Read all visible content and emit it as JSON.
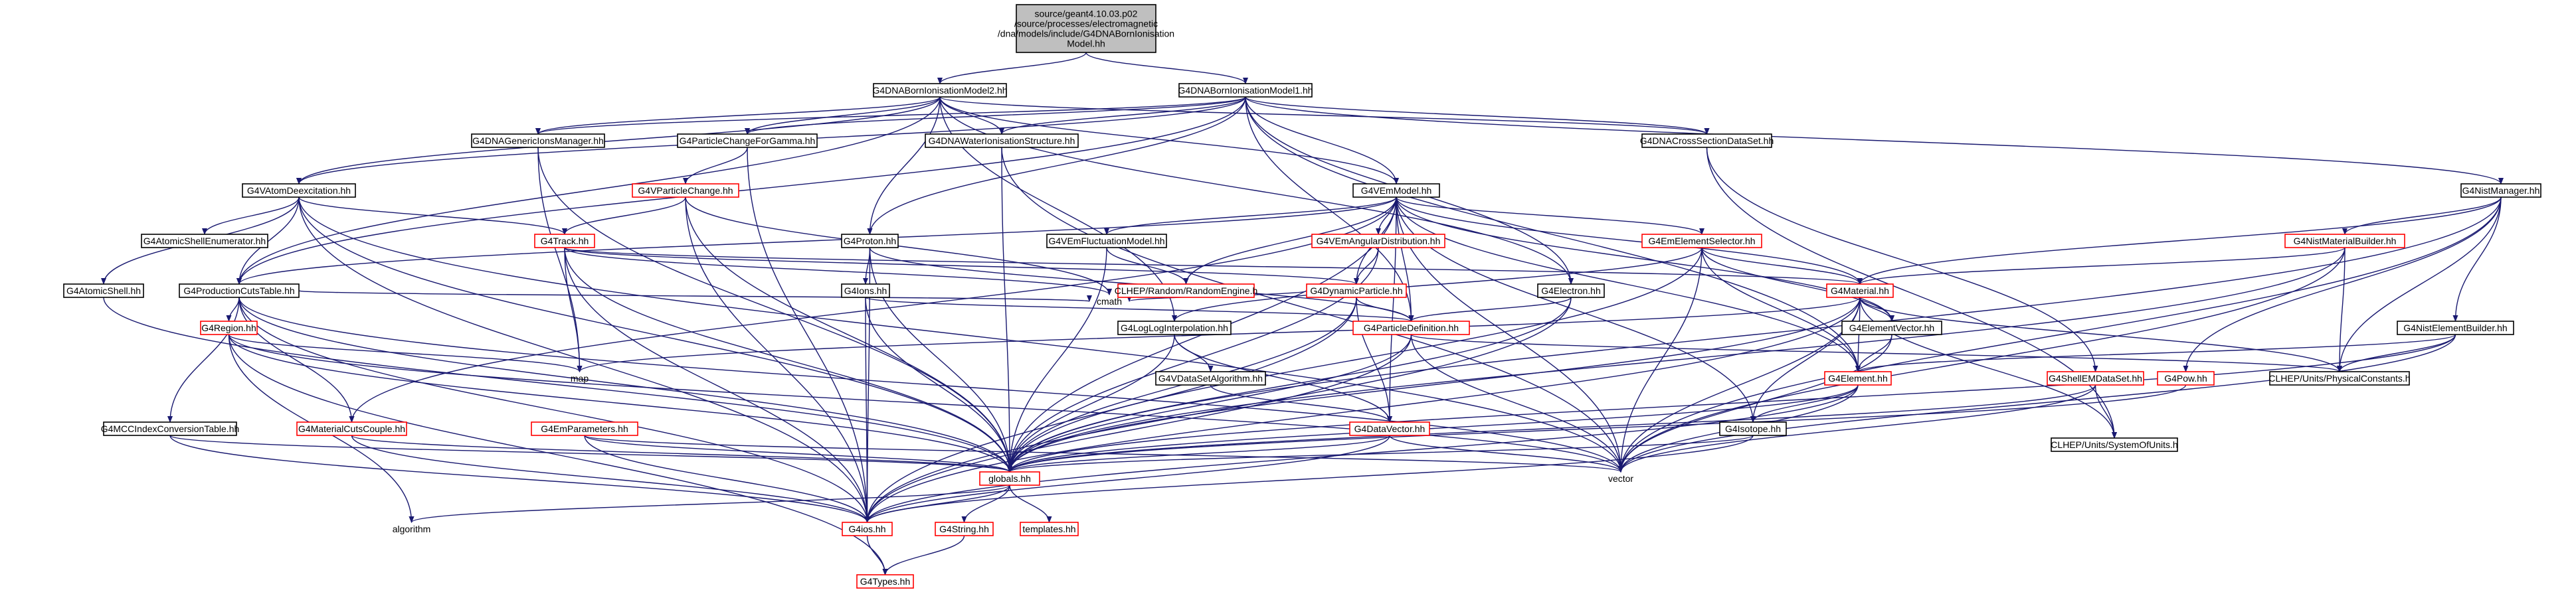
{
  "colors": {
    "edge": "#191970",
    "edge_alt": "#006400",
    "red_node": "#ff0000",
    "root_fill": "#bfbfbf"
  },
  "nodes": [
    {
      "id": "root",
      "lines": [
        "source/geant4.10.03.p02",
        "/source/processes/electromagnetic",
        "/dna/models/include/G4DNABornIonisation",
        "Model.hh"
      ],
      "style": "root"
    },
    {
      "id": "model2",
      "lines": [
        "G4DNABornIonisationModel2.hh"
      ],
      "style": "black"
    },
    {
      "id": "model1",
      "lines": [
        "G4DNABornIonisationModel1.hh"
      ],
      "style": "black"
    },
    {
      "id": "genions",
      "lines": [
        "G4DNAGenericIonsManager.hh"
      ],
      "style": "black"
    },
    {
      "id": "pcgamma",
      "lines": [
        "G4ParticleChangeForGamma.hh"
      ],
      "style": "black"
    },
    {
      "id": "waterion",
      "lines": [
        "G4DNAWaterIonisationStructure.hh"
      ],
      "style": "black"
    },
    {
      "id": "crosssec",
      "lines": [
        "G4DNACrossSectionDataSet.hh"
      ],
      "style": "black"
    },
    {
      "id": "atomdeex",
      "lines": [
        "G4VAtomDeexcitation.hh"
      ],
      "style": "black"
    },
    {
      "id": "vpc",
      "lines": [
        "G4VParticleChange.hh"
      ],
      "style": "red"
    },
    {
      "id": "vemmodel",
      "lines": [
        "G4VEmModel.hh"
      ],
      "style": "black"
    },
    {
      "id": "nistmgr",
      "lines": [
        "G4NistManager.hh"
      ],
      "style": "black"
    },
    {
      "id": "shellenum",
      "lines": [
        "G4AtomicShellEnumerator.hh"
      ],
      "style": "black"
    },
    {
      "id": "track",
      "lines": [
        "G4Track.hh"
      ],
      "style": "red"
    },
    {
      "id": "proton",
      "lines": [
        "G4Proton.hh"
      ],
      "style": "black"
    },
    {
      "id": "vemfluct",
      "lines": [
        "G4VEmFluctuationModel.hh"
      ],
      "style": "black"
    },
    {
      "id": "vemangular",
      "lines": [
        "G4VEmAngularDistribution.hh"
      ],
      "style": "red"
    },
    {
      "id": "emelemsel",
      "lines": [
        "G4EmElementSelector.hh"
      ],
      "style": "red"
    },
    {
      "id": "nistmatbuilder",
      "lines": [
        "G4NistMaterialBuilder.hh"
      ],
      "style": "red"
    },
    {
      "id": "atomicshell",
      "lines": [
        "G4AtomicShell.hh"
      ],
      "style": "black"
    },
    {
      "id": "prodcuts",
      "lines": [
        "G4ProductionCutsTable.hh"
      ],
      "style": "black"
    },
    {
      "id": "ions",
      "lines": [
        "G4Ions.hh"
      ],
      "style": "black"
    },
    {
      "id": "clhepr",
      "lines": [
        "CLHEP/Random/RandomEngine.h"
      ],
      "style": "red"
    },
    {
      "id": "dynpart",
      "lines": [
        "G4DynamicParticle.hh"
      ],
      "style": "red"
    },
    {
      "id": "electron",
      "lines": [
        "G4Electron.hh"
      ],
      "style": "black"
    },
    {
      "id": "material",
      "lines": [
        "G4Material.hh"
      ],
      "style": "red"
    },
    {
      "id": "region",
      "lines": [
        "G4Region.hh"
      ],
      "style": "red"
    },
    {
      "id": "cmath",
      "lines": [
        "cmath"
      ],
      "style": "plain"
    },
    {
      "id": "loglog",
      "lines": [
        "G4LogLogInterpolation.hh"
      ],
      "style": "black"
    },
    {
      "id": "partdef",
      "lines": [
        "G4ParticleDefinition.hh"
      ],
      "style": "red"
    },
    {
      "id": "elemvec",
      "lines": [
        "G4ElementVector.hh"
      ],
      "style": "black"
    },
    {
      "id": "nistelembuilder",
      "lines": [
        "G4NistElementBuilder.hh"
      ],
      "style": "black"
    },
    {
      "id": "map",
      "lines": [
        "map"
      ],
      "style": "plain"
    },
    {
      "id": "vdataset",
      "lines": [
        "G4VDataSetAlgorithm.hh"
      ],
      "style": "black"
    },
    {
      "id": "physconst",
      "lines": [
        "CLHEP/Units/PhysicalConstants.h"
      ],
      "style": "black"
    },
    {
      "id": "element",
      "lines": [
        "G4Element.hh"
      ],
      "style": "red"
    },
    {
      "id": "shellem",
      "lines": [
        "G4ShellEMDataSet.hh"
      ],
      "style": "red"
    },
    {
      "id": "pow",
      "lines": [
        "G4Pow.hh"
      ],
      "style": "red"
    },
    {
      "id": "mccindex",
      "lines": [
        "G4MCCIndexConversionTable.hh"
      ],
      "style": "black"
    },
    {
      "id": "matcuts",
      "lines": [
        "G4MaterialCutsCouple.hh"
      ],
      "style": "red"
    },
    {
      "id": "emparams",
      "lines": [
        "G4EmParameters.hh"
      ],
      "style": "red"
    },
    {
      "id": "datavec",
      "lines": [
        "G4DataVector.hh"
      ],
      "style": "red"
    },
    {
      "id": "isotope",
      "lines": [
        "G4Isotope.hh"
      ],
      "style": "black"
    },
    {
      "id": "sysunits",
      "lines": [
        "CLHEP/Units/SystemOfUnits.h"
      ],
      "style": "black"
    },
    {
      "id": "globals",
      "lines": [
        "globals.hh"
      ],
      "style": "red"
    },
    {
      "id": "vector",
      "lines": [
        "vector"
      ],
      "style": "plain"
    },
    {
      "id": "algorithm",
      "lines": [
        "algorithm"
      ],
      "style": "plain"
    },
    {
      "id": "g4ios",
      "lines": [
        "G4ios.hh"
      ],
      "style": "red"
    },
    {
      "id": "g4string",
      "lines": [
        "G4String.hh"
      ],
      "style": "red"
    },
    {
      "id": "templates",
      "lines": [
        "templates.hh"
      ],
      "style": "red"
    },
    {
      "id": "types",
      "lines": [
        "G4Types.hh"
      ],
      "style": "red"
    }
  ],
  "edges": [
    [
      "root",
      "model2"
    ],
    [
      "root",
      "model1"
    ],
    [
      "model2",
      "genions"
    ],
    [
      "model2",
      "pcgamma"
    ],
    [
      "model2",
      "waterion"
    ],
    [
      "model2",
      "crosssec"
    ],
    [
      "model2",
      "atomdeex"
    ],
    [
      "model2",
      "vemmodel"
    ],
    [
      "model2",
      "proton"
    ],
    [
      "model2",
      "electron"
    ],
    [
      "model2",
      "prodcuts"
    ],
    [
      "model2",
      "loglog"
    ],
    [
      "model1",
      "genions"
    ],
    [
      "model1",
      "pcgamma"
    ],
    [
      "model1",
      "waterion"
    ],
    [
      "model1",
      "crosssec"
    ],
    [
      "model1",
      "atomdeex"
    ],
    [
      "model1",
      "vemmodel"
    ],
    [
      "model1",
      "nistmgr"
    ],
    [
      "model1",
      "proton"
    ],
    [
      "model1",
      "electron"
    ],
    [
      "model1",
      "partdef"
    ],
    [
      "model1",
      "prodcuts"
    ],
    [
      "model1",
      "element"
    ],
    [
      "genions",
      "map"
    ],
    [
      "genions",
      "globals"
    ],
    [
      "pcgamma",
      "vpc"
    ],
    [
      "pcgamma",
      "g4ios"
    ],
    [
      "waterion",
      "globals"
    ],
    [
      "waterion",
      "vector"
    ],
    [
      "crosssec",
      "sysunits"
    ],
    [
      "crosssec",
      "shellem"
    ],
    [
      "atomdeex",
      "shellenum"
    ],
    [
      "atomdeex",
      "atomicshell"
    ],
    [
      "atomdeex",
      "track"
    ],
    [
      "atomdeex",
      "prodcuts"
    ],
    [
      "atomdeex",
      "vector"
    ],
    [
      "atomdeex",
      "globals"
    ],
    [
      "atomdeex",
      "g4ios"
    ],
    [
      "vpc",
      "track"
    ],
    [
      "vpc",
      "cmath"
    ],
    [
      "vpc",
      "globals"
    ],
    [
      "vpc",
      "g4ios"
    ],
    [
      "vemmodel",
      "vemfluct"
    ],
    [
      "vemmodel",
      "vemangular"
    ],
    [
      "vemmodel",
      "emelemsel"
    ],
    [
      "vemmodel",
      "material"
    ],
    [
      "vemmodel",
      "elemvec"
    ],
    [
      "vemmodel",
      "dynpart"
    ],
    [
      "vemmodel",
      "partdef"
    ],
    [
      "vemmodel",
      "datavec"
    ],
    [
      "vemmodel",
      "globals"
    ],
    [
      "vemmodel",
      "clhepr"
    ],
    [
      "vemmodel",
      "matcuts"
    ],
    [
      "vemmodel",
      "isotope"
    ],
    [
      "vemmodel",
      "vector"
    ],
    [
      "vemmodel",
      "element"
    ],
    [
      "vemmodel",
      "prodcuts"
    ],
    [
      "nistmgr",
      "material"
    ],
    [
      "nistmgr",
      "nistmatbuilder"
    ],
    [
      "nistmgr",
      "nistelembuilder"
    ],
    [
      "nistmgr",
      "physconst"
    ],
    [
      "nistmgr",
      "pow"
    ],
    [
      "nistmgr",
      "globals"
    ],
    [
      "nistmgr",
      "vector"
    ],
    [
      "track",
      "dynpart"
    ],
    [
      "track",
      "material"
    ],
    [
      "track",
      "map"
    ],
    [
      "track",
      "cmath"
    ],
    [
      "track",
      "globals"
    ],
    [
      "track",
      "g4ios"
    ],
    [
      "proton",
      "ions"
    ],
    [
      "proton",
      "partdef"
    ],
    [
      "proton",
      "globals"
    ],
    [
      "proton",
      "g4ios"
    ],
    [
      "vemfluct",
      "clhepr"
    ],
    [
      "vemfluct",
      "globals"
    ],
    [
      "vemangular",
      "dynpart"
    ],
    [
      "vemangular",
      "globals"
    ],
    [
      "emelemsel",
      "material"
    ],
    [
      "emelemsel",
      "elemvec"
    ],
    [
      "emelemsel",
      "element"
    ],
    [
      "emelemsel",
      "globals"
    ],
    [
      "emelemsel",
      "loglog"
    ],
    [
      "emelemsel",
      "vector"
    ],
    [
      "nistmatbuilder",
      "material"
    ],
    [
      "nistmatbuilder",
      "physconst"
    ],
    [
      "nistmatbuilder",
      "globals"
    ],
    [
      "nistmatbuilder",
      "vector"
    ],
    [
      "atomicshell",
      "globals"
    ],
    [
      "prodcuts",
      "region"
    ],
    [
      "prodcuts",
      "mccindex"
    ],
    [
      "prodcuts",
      "matcuts"
    ],
    [
      "prodcuts",
      "cmath"
    ],
    [
      "prodcuts",
      "globals"
    ],
    [
      "prodcuts",
      "g4ios"
    ],
    [
      "prodcuts",
      "vector"
    ],
    [
      "ions",
      "partdef"
    ],
    [
      "ions",
      "globals"
    ],
    [
      "ions",
      "g4ios"
    ],
    [
      "dynpart",
      "partdef"
    ],
    [
      "dynpart",
      "cmath"
    ],
    [
      "dynpart",
      "globals"
    ],
    [
      "dynpart",
      "g4ios"
    ],
    [
      "dynpart",
      "datavec"
    ],
    [
      "electron",
      "partdef"
    ],
    [
      "electron",
      "globals"
    ],
    [
      "electron",
      "g4ios"
    ],
    [
      "material",
      "elemvec"
    ],
    [
      "material",
      "element"
    ],
    [
      "material",
      "isotope"
    ],
    [
      "material",
      "map"
    ],
    [
      "material",
      "globals"
    ],
    [
      "material",
      "g4ios"
    ],
    [
      "material",
      "vector"
    ],
    [
      "material",
      "physconst"
    ],
    [
      "material",
      "sysunits"
    ],
    [
      "region",
      "map"
    ],
    [
      "region",
      "globals"
    ],
    [
      "region",
      "vector"
    ],
    [
      "region",
      "algorithm"
    ],
    [
      "region",
      "types"
    ],
    [
      "loglog",
      "vdataset"
    ],
    [
      "loglog",
      "datavec"
    ],
    [
      "loglog",
      "globals"
    ],
    [
      "partdef",
      "globals"
    ],
    [
      "partdef",
      "g4ios"
    ],
    [
      "partdef",
      "vector"
    ],
    [
      "partdef",
      "physconst"
    ],
    [
      "elemvec",
      "element"
    ],
    [
      "elemvec",
      "vector"
    ],
    [
      "nistelembuilder",
      "physconst"
    ],
    [
      "nistelembuilder",
      "globals"
    ],
    [
      "nistelembuilder",
      "vector"
    ],
    [
      "nistelembuilder",
      "element"
    ],
    [
      "vdataset",
      "datavec"
    ],
    [
      "element",
      "isotope"
    ],
    [
      "element",
      "globals"
    ],
    [
      "element",
      "g4ios"
    ],
    [
      "element",
      "vector"
    ],
    [
      "shellem",
      "sysunits"
    ],
    [
      "shellem",
      "globals"
    ],
    [
      "shellem",
      "vector"
    ],
    [
      "pow",
      "globals"
    ],
    [
      "mccindex",
      "globals"
    ],
    [
      "mccindex",
      "g4ios"
    ],
    [
      "matcuts",
      "globals"
    ],
    [
      "matcuts",
      "g4ios"
    ],
    [
      "emparams",
      "globals"
    ],
    [
      "emparams",
      "g4ios"
    ],
    [
      "emparams",
      "vector"
    ],
    [
      "datavec",
      "globals"
    ],
    [
      "datavec",
      "g4ios"
    ],
    [
      "datavec",
      "vector"
    ],
    [
      "isotope",
      "globals"
    ],
    [
      "isotope",
      "g4ios"
    ],
    [
      "globals",
      "g4ios"
    ],
    [
      "globals",
      "g4string"
    ],
    [
      "globals",
      "templates"
    ],
    [
      "globals",
      "algorithm"
    ],
    [
      "g4ios",
      "types"
    ],
    [
      "g4string",
      "types"
    ]
  ]
}
